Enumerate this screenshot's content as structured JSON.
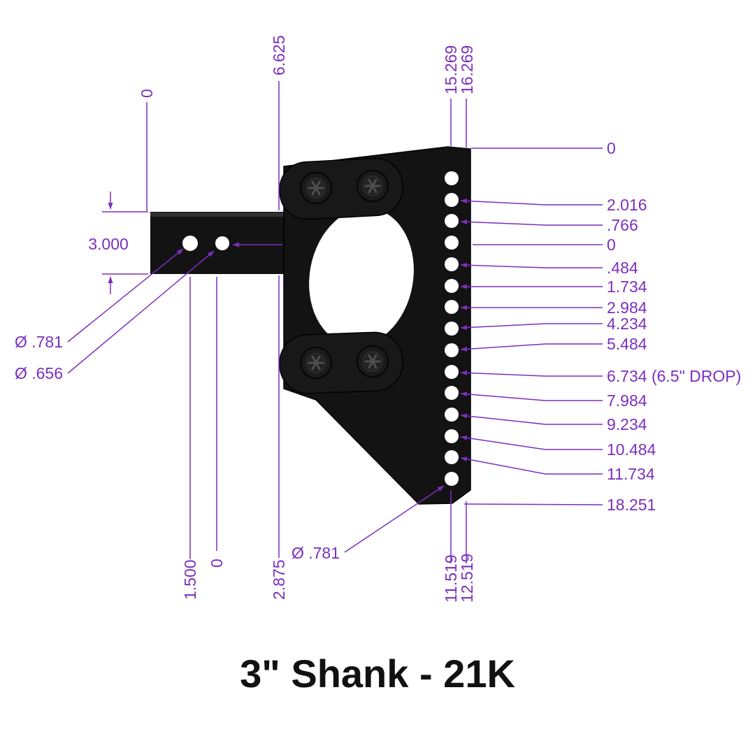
{
  "title": "3\" Shank - 21K",
  "colors": {
    "dimension": "#7c2fbe",
    "ink": "#131313",
    "background": "#ffffff"
  },
  "dimensions": {
    "top": [
      "0",
      "6.625",
      "15.269",
      "16.269"
    ],
    "bottom": [
      "1.500",
      "0",
      "2.875",
      "11.519",
      "12.519"
    ],
    "right": [
      "0",
      "2.016",
      ".766",
      "0",
      ".484",
      "1.734",
      "2.984",
      "4.234",
      "5.484",
      "6.734 (6.5\" DROP)",
      "7.984",
      "9.234",
      "10.484",
      "11.734",
      "18.251"
    ],
    "left": {
      "shank_height": "3.000",
      "hole_left_dia": "Ø .781",
      "hole_right_dia": "Ø .656"
    },
    "bottom_hole_dia": "Ø .781"
  }
}
